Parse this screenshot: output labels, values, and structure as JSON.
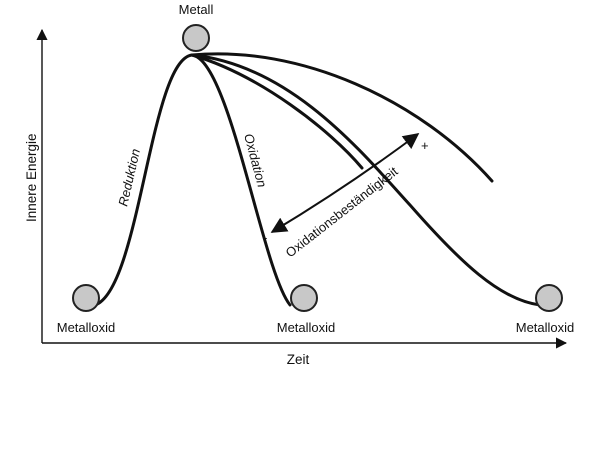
{
  "diagram": {
    "axes": {
      "y_label": "Innere Energie",
      "x_label": "Zeit"
    },
    "states": {
      "top": "Metall",
      "left": "Metalloxid",
      "middle": "Metalloxid",
      "right": "Metalloxid"
    },
    "curve_labels": {
      "reduction": "Reduktion",
      "oxidation": "Oxidation",
      "resistance": "Oxidationsbeständigkeit",
      "plus": "+",
      "minus": "-"
    },
    "colors": {
      "ball_fill": "#c8c8c8",
      "stroke": "#111111"
    }
  }
}
